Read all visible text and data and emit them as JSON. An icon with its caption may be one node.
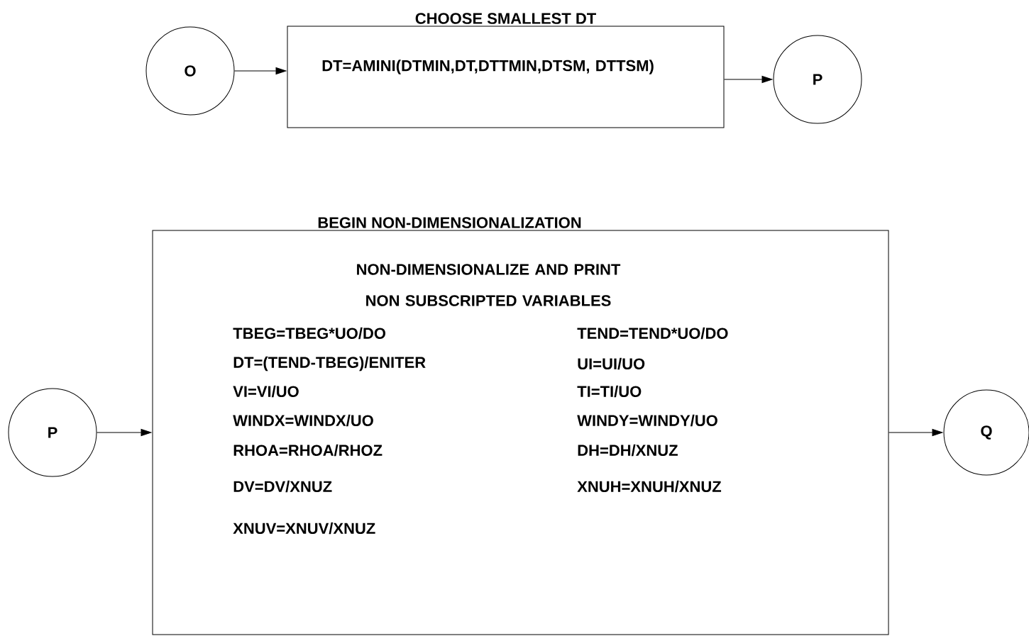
{
  "diagram": {
    "nodes": [
      {
        "text": [
          "O"
        ]
      },
      {
        "text": [
          "CHOOSE SMALLEST DT",
          "DT=AMINI(DTMIN,DT,DTTMIN,DTSM, DTTSM)"
        ]
      },
      {
        "text": [
          "P"
        ]
      },
      {
        "text": [
          "P"
        ]
      },
      {
        "text": [
          "BEGIN NON-DIMENSIONALIZATION",
          "NON-DIMENSIONALIZE AND PRINT NON SUBSCRIPTED VARIABLES",
          "TBEG=TBEG*UO/DO",
          "TEND=TEND*UO/DO",
          "DT=(TEND-TBEG)/ENITER",
          "UI=UI/UO",
          "VI=VI/UO",
          "TI=TI/UO",
          "WINDX=WINDX/UO",
          "WINDY=WINDY/UO",
          "RHOA=RHOA/RHOZ",
          "DH=DH/XNUZ",
          "DV=DV/XNUZ",
          "XNUH=XNUH/XNUZ",
          "XNUV=XNUV/XNUZ"
        ]
      },
      {
        "text": [
          "Q"
        ]
      }
    ],
    "edges": [
      {
        "from": 0,
        "to": 1,
        "arrow": "to"
      },
      {
        "from": 1,
        "to": 2,
        "arrow": "to"
      },
      {
        "from": 3,
        "to": 4,
        "arrow": "to"
      },
      {
        "from": 4,
        "to": 5,
        "arrow": "to"
      }
    ]
  }
}
